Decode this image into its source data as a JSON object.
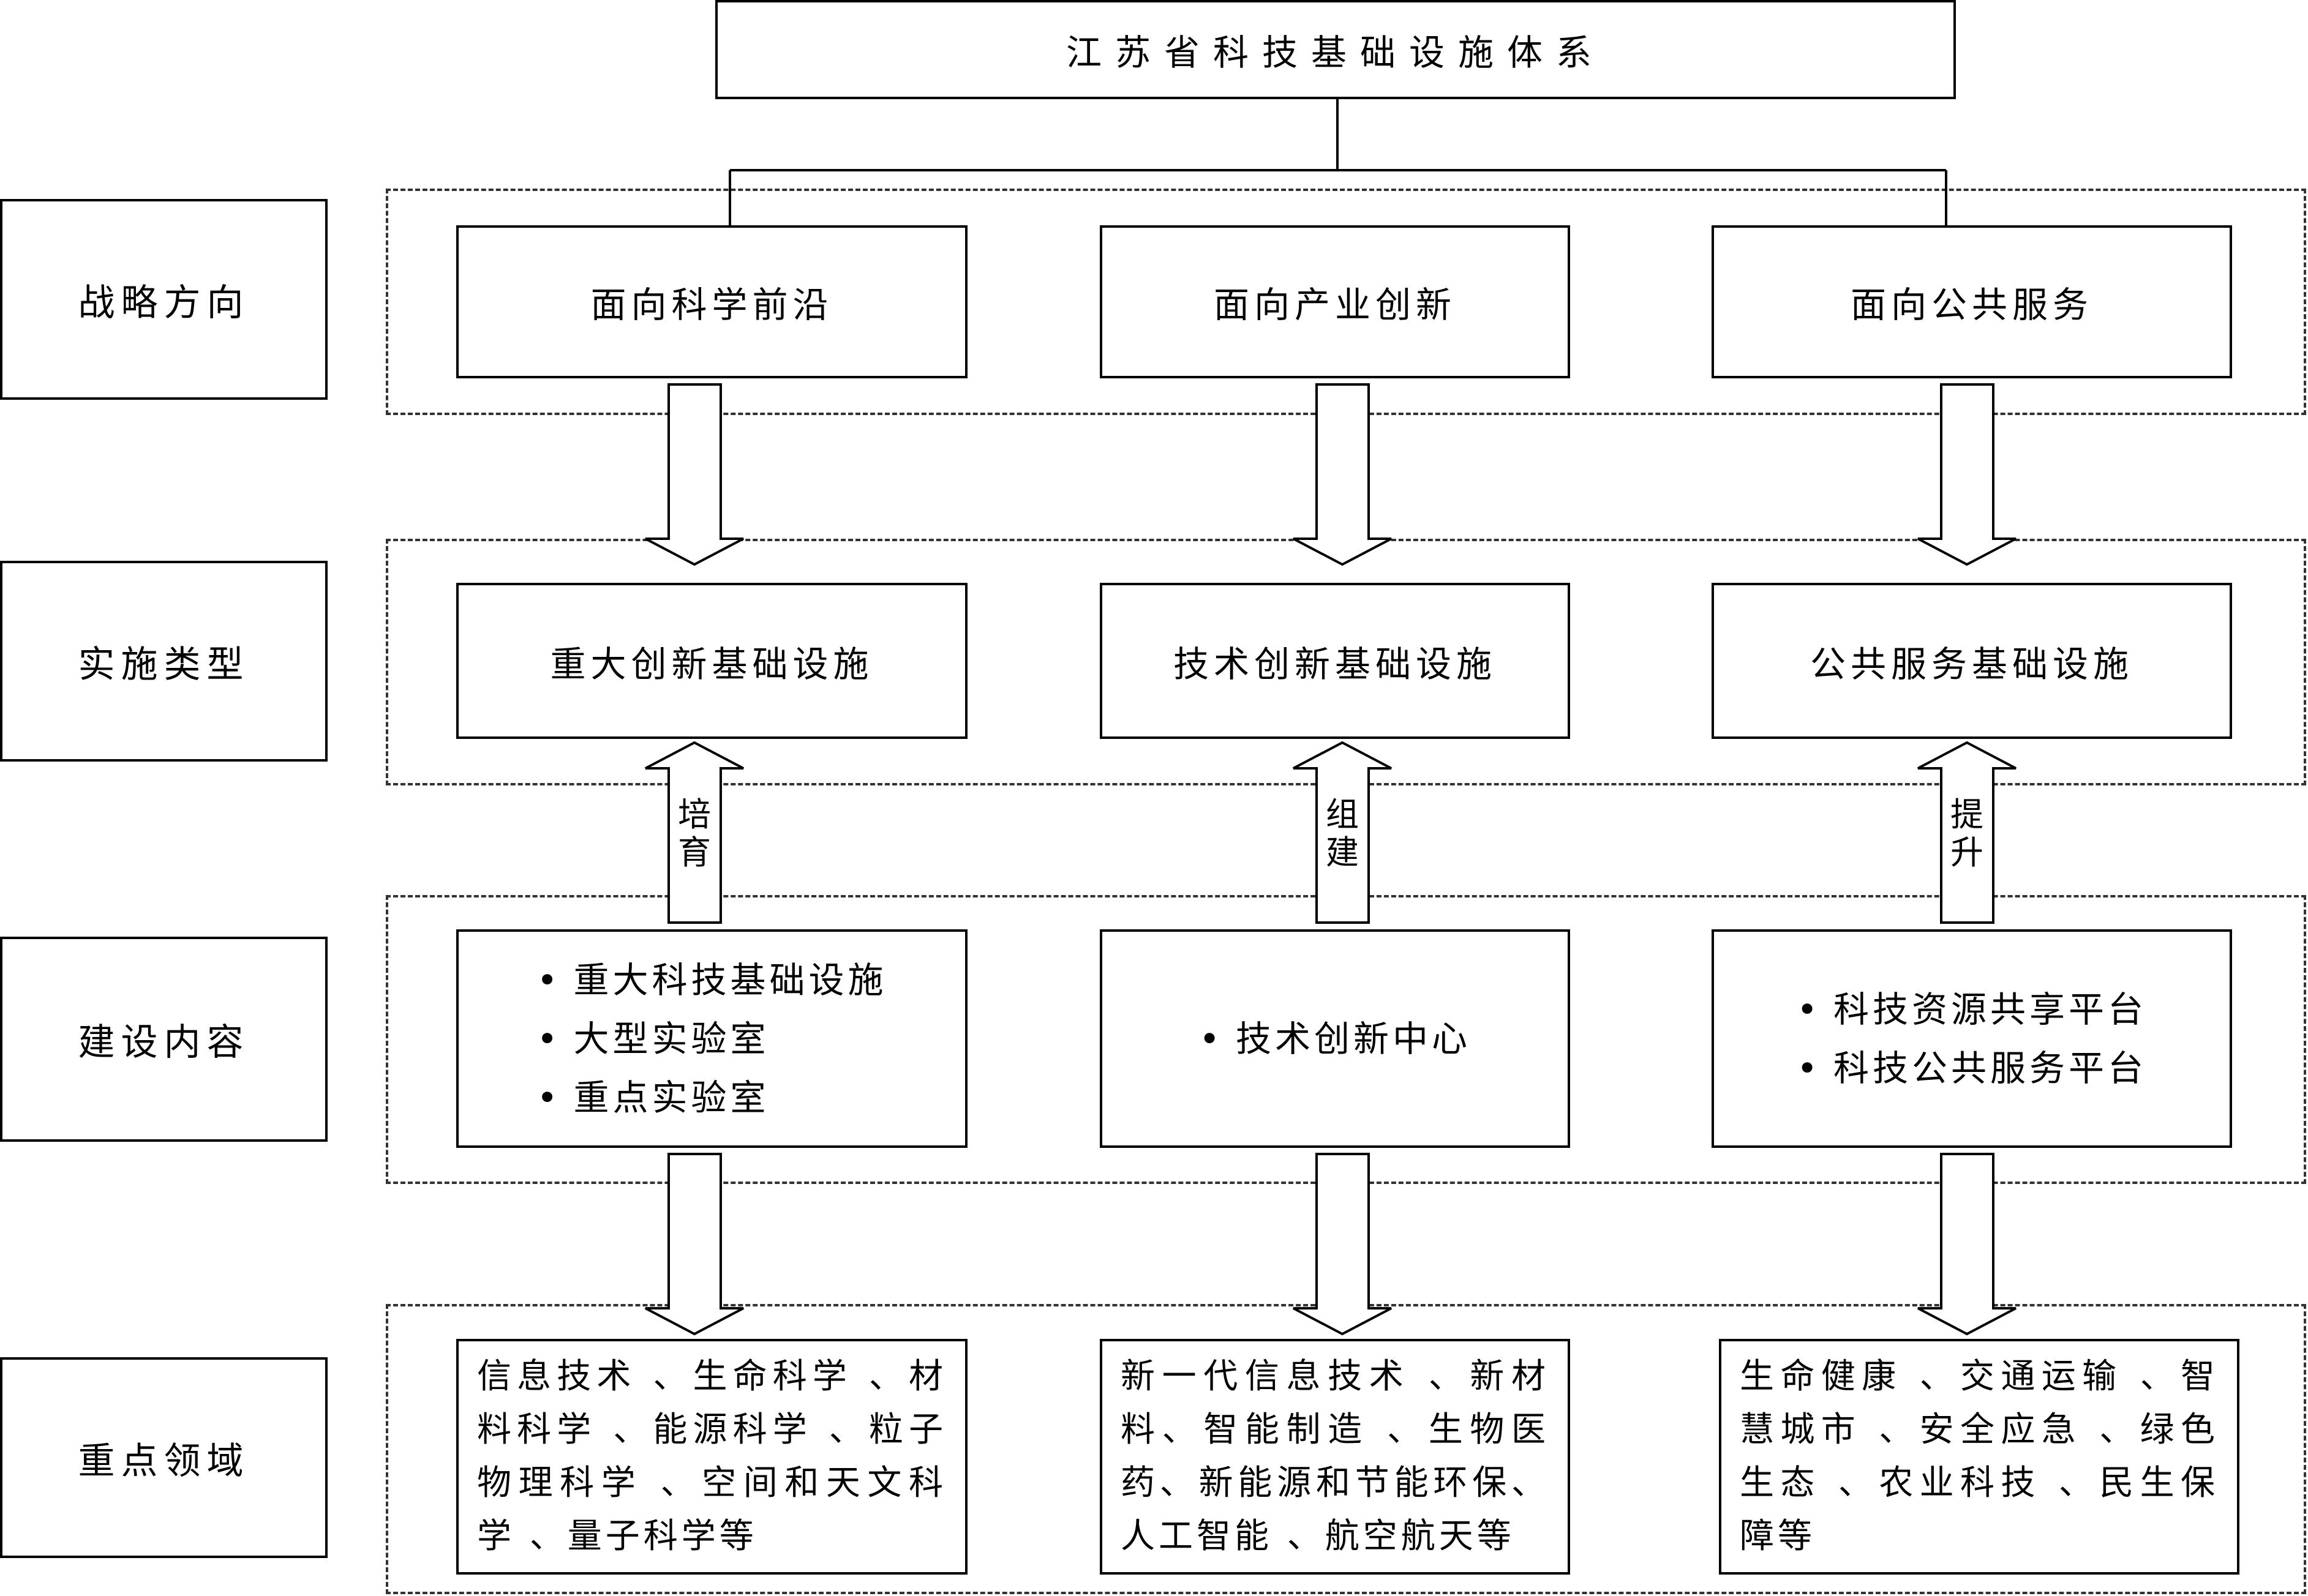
{
  "title": "江苏省科技基础设施体系",
  "row_labels": [
    "战略方向",
    "实施类型",
    "建设内容",
    "重点领域"
  ],
  "strategic_directions": [
    "面向科学前沿",
    "面向产业创新",
    "面向公共服务"
  ],
  "implementation_types": [
    "重大创新基础设施",
    "技术创新基础设施",
    "公共服务基础设施"
  ],
  "arrow_labels": [
    "培育",
    "组建",
    "提升"
  ],
  "construction_content": [
    [
      "重大科技基础设施",
      "大型实验室",
      "重点实验室"
    ],
    [
      "技术创新中心"
    ],
    [
      "科技资源共享平台",
      "科技公共服务平台"
    ]
  ],
  "key_fields": [
    "信息技术 、生命科学 、材料科学 、能源科学 、粒子物理科学 、空间和天文科学 、量子科学等",
    "新一代信息技术 、新材料、智能制造 、生物医药、新能源和节能环保、人工智能 、航空航天等",
    "生命健康 、交通运输 、智慧城市 、安全应急 、绿色生态 、农业科技 、民生保障等"
  ]
}
